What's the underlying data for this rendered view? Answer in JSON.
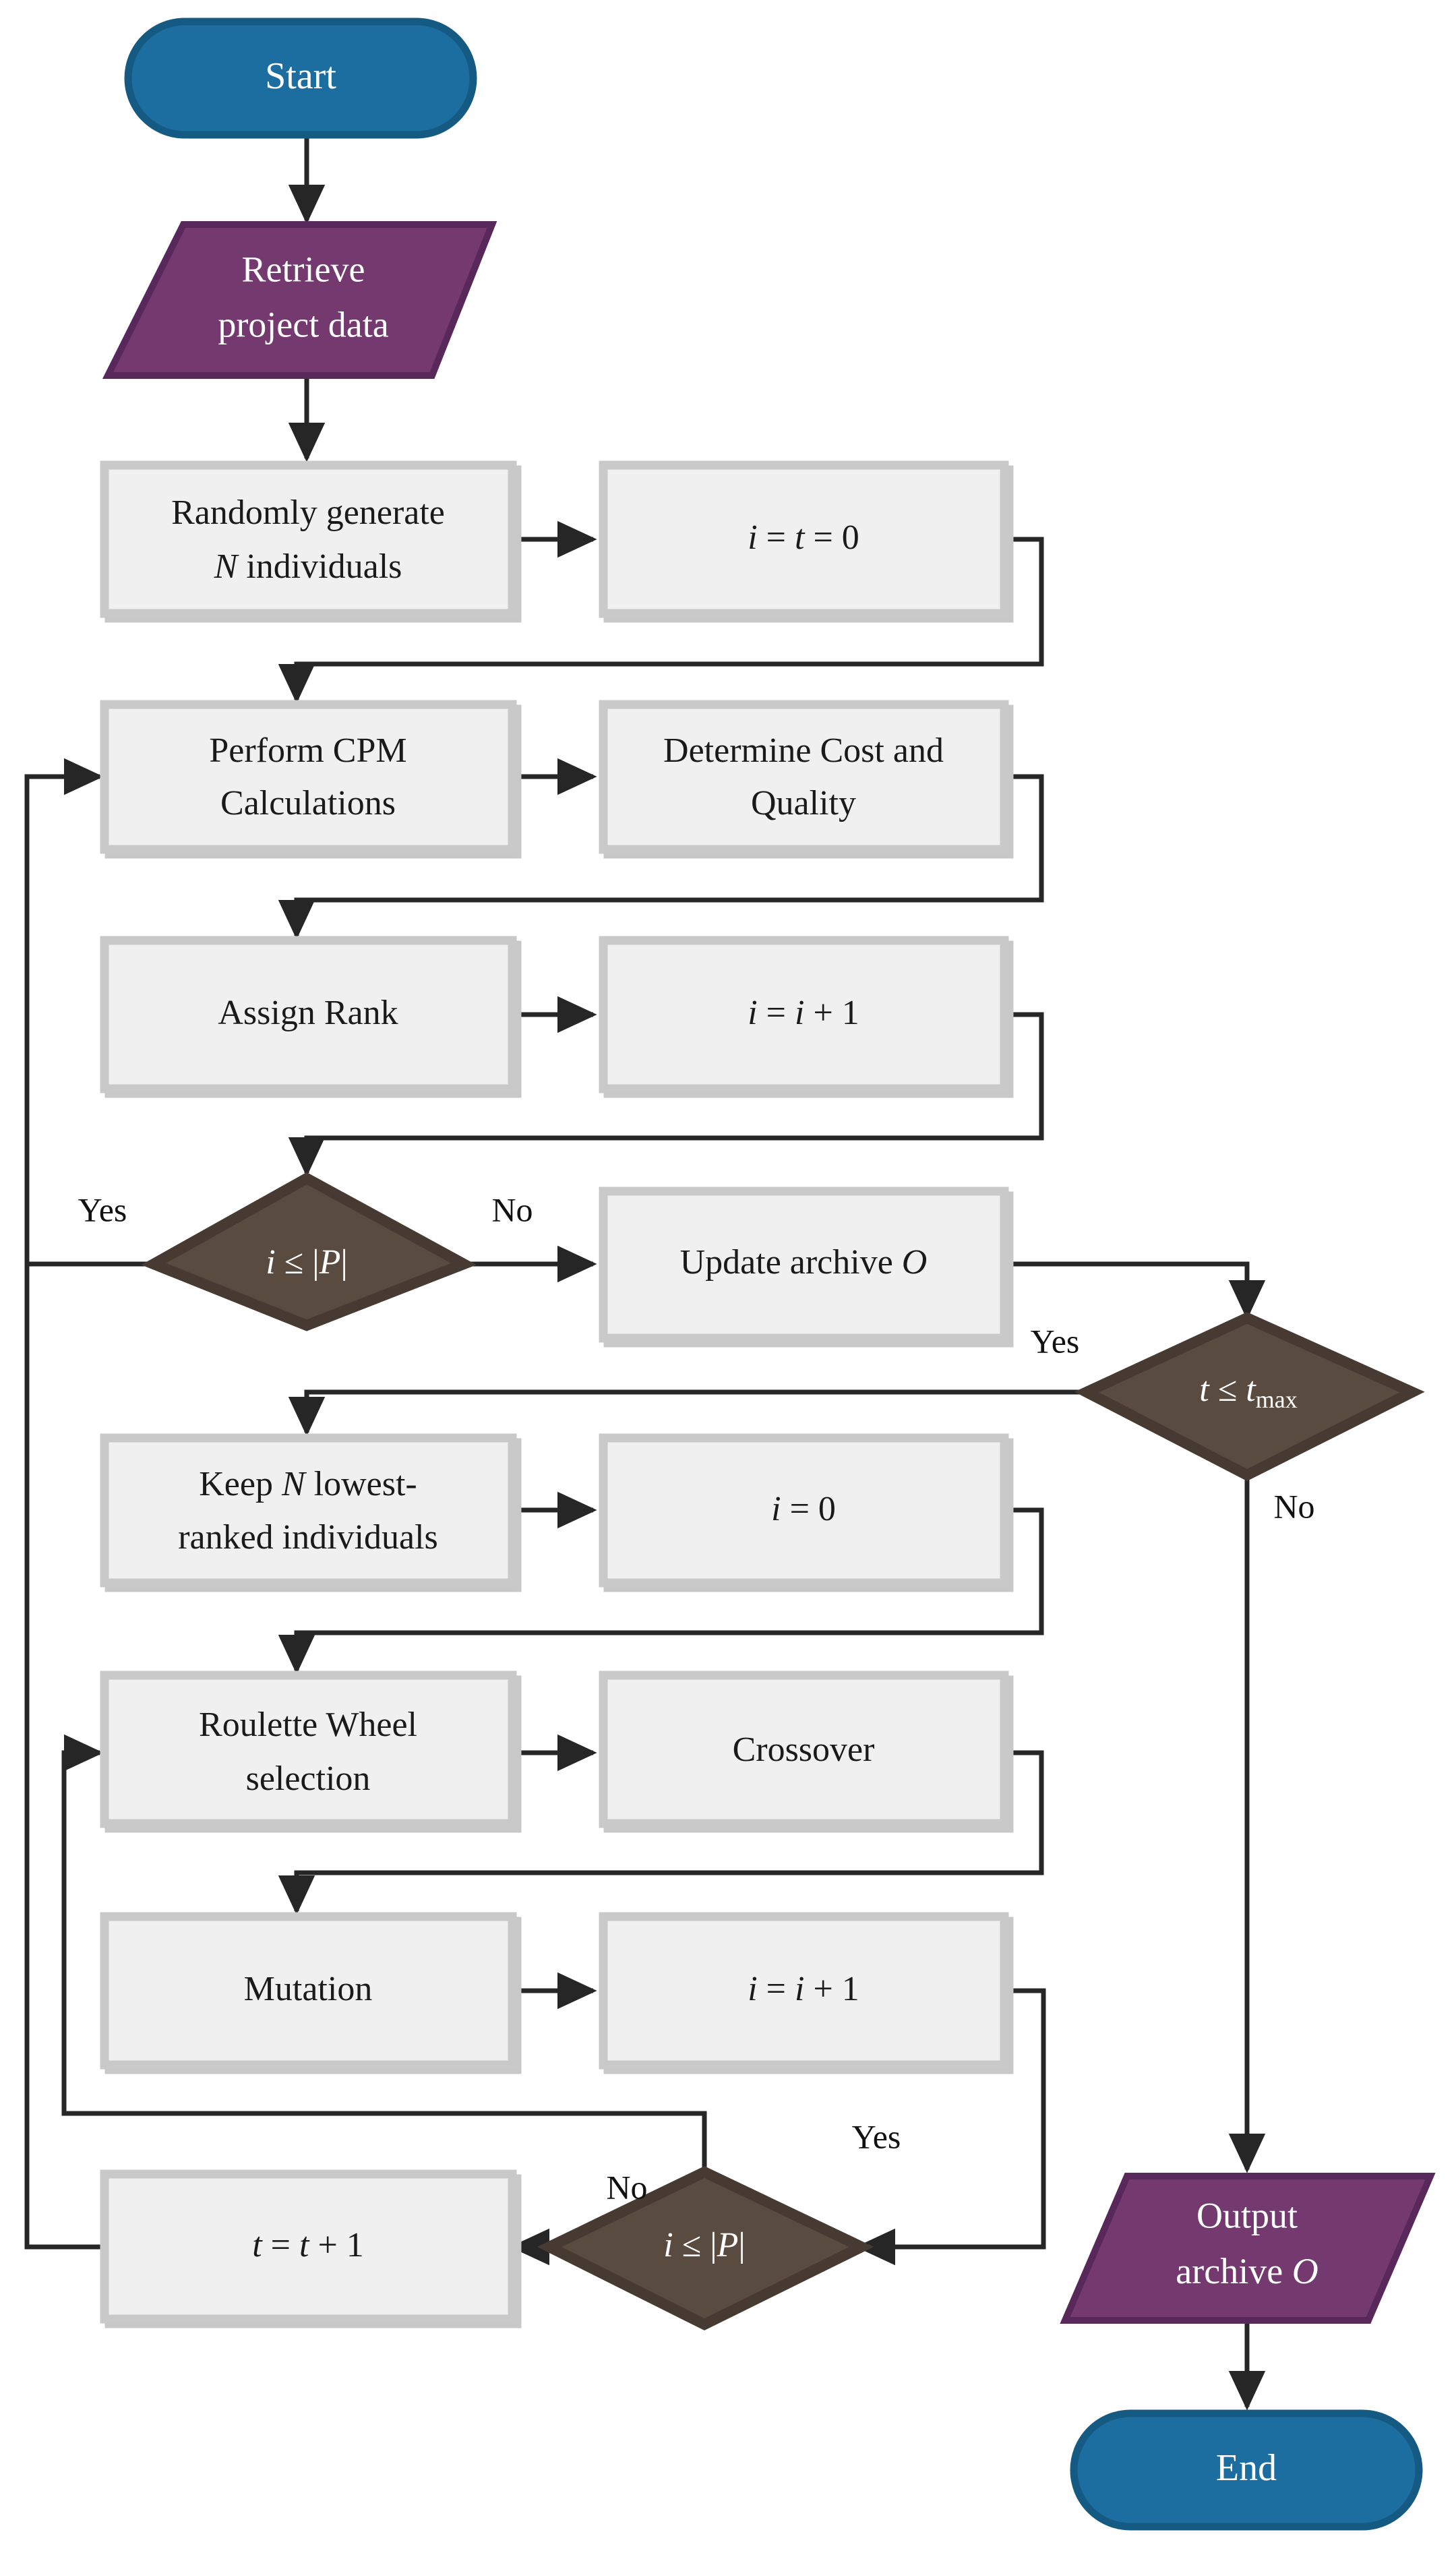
{
  "diagram": {
    "title": "Multi-objective genetic algorithm flowchart",
    "type": "flowchart",
    "colors": {
      "terminator_fill": "#1d6ea0",
      "terminator_stroke": "#145a82",
      "io_fill": "#743a70",
      "io_stroke": "#58285a",
      "process_fill": "#eff0ef",
      "process_stroke": "#c9c9c9",
      "decision_fill": "#5a4b41",
      "decision_stroke": "#463a32",
      "connector": "#262626",
      "text_dark": "#1a1a1a",
      "text_light": "#ffffff",
      "background": "#ffffff"
    }
  },
  "nodes": {
    "start": {
      "label": "Start",
      "shape": "terminator"
    },
    "retrieve": {
      "line1": "Retrieve",
      "line2": "project data",
      "shape": "parallelogram"
    },
    "generate": {
      "line1": "Randomly generate",
      "line2_italic": "N",
      "line2_rest": " individuals",
      "shape": "process"
    },
    "init_it": {
      "expr_i": "i",
      "expr_eq1": " = ",
      "expr_t": "t",
      "expr_eq2": " = 0",
      "shape": "process"
    },
    "cpm": {
      "line1": "Perform CPM",
      "line2": "Calculations",
      "shape": "process"
    },
    "cost_quality": {
      "line1": "Determine Cost and",
      "line2": "Quality",
      "shape": "process"
    },
    "assign_rank": {
      "label": "Assign Rank",
      "shape": "process"
    },
    "inc_i_1": {
      "expr_i": "i",
      "expr_mid": " = ",
      "expr_i2": "i",
      "expr_end": " + 1",
      "shape": "process"
    },
    "dec_i_p_1": {
      "var": "i",
      "op": " ≤ ",
      "bar_open": "|",
      "set": "P",
      "bar_close": "|",
      "shape": "decision"
    },
    "update_archive": {
      "text": "Update archive ",
      "var": "O",
      "shape": "process"
    },
    "dec_t_tmax": {
      "var": "t",
      "op": " ≤ ",
      "var2": "t",
      "sub": "max",
      "shape": "decision"
    },
    "keep_n": {
      "line1a": "Keep ",
      "line1_italic": "N",
      "line1b": " lowest-",
      "line2": "ranked individuals",
      "shape": "process"
    },
    "reset_i": {
      "expr_i": "i",
      "expr_rest": " = 0",
      "shape": "process"
    },
    "roulette": {
      "line1": "Roulette Wheel",
      "line2": "selection",
      "shape": "process"
    },
    "crossover": {
      "label": "Crossover",
      "shape": "process"
    },
    "mutation": {
      "label": "Mutation",
      "shape": "process"
    },
    "inc_i_2": {
      "expr_i": "i",
      "expr_mid": " = ",
      "expr_i2": "i",
      "expr_end": " + 1",
      "shape": "process"
    },
    "dec_i_p_2": {
      "var": "i",
      "op": " ≤ ",
      "bar_open": "|",
      "set": "P",
      "bar_close": "|",
      "shape": "decision"
    },
    "inc_t": {
      "expr_t": "t",
      "expr_mid": " = ",
      "expr_t2": "t",
      "expr_end": " + 1",
      "shape": "process"
    },
    "output_archive": {
      "line1": "Output",
      "line2a": "archive ",
      "line2_var": "O",
      "shape": "parallelogram"
    },
    "end": {
      "label": "End",
      "shape": "terminator"
    }
  },
  "edge_labels": {
    "yes_left_1": "Yes",
    "no_right_1": "No",
    "yes_tmax": "Yes",
    "no_tmax": "No",
    "yes_bottom": "Yes",
    "no_bottom": "No"
  },
  "flow": [
    {
      "from": "start",
      "to": "retrieve"
    },
    {
      "from": "retrieve",
      "to": "generate"
    },
    {
      "from": "generate",
      "to": "init_it"
    },
    {
      "from": "init_it",
      "to": "cpm"
    },
    {
      "from": "cpm",
      "to": "cost_quality"
    },
    {
      "from": "cost_quality",
      "to": "assign_rank"
    },
    {
      "from": "assign_rank",
      "to": "inc_i_1"
    },
    {
      "from": "inc_i_1",
      "to": "dec_i_p_1"
    },
    {
      "from": "dec_i_p_1",
      "to": "cpm",
      "label": "Yes"
    },
    {
      "from": "dec_i_p_1",
      "to": "update_archive",
      "label": "No"
    },
    {
      "from": "update_archive",
      "to": "dec_t_tmax"
    },
    {
      "from": "dec_t_tmax",
      "to": "keep_n",
      "label": "Yes"
    },
    {
      "from": "dec_t_tmax",
      "to": "output_archive",
      "label": "No"
    },
    {
      "from": "keep_n",
      "to": "reset_i"
    },
    {
      "from": "reset_i",
      "to": "roulette"
    },
    {
      "from": "roulette",
      "to": "crossover"
    },
    {
      "from": "crossover",
      "to": "mutation"
    },
    {
      "from": "mutation",
      "to": "inc_i_2"
    },
    {
      "from": "inc_i_2",
      "to": "dec_i_p_2"
    },
    {
      "from": "dec_i_p_2",
      "to": "roulette",
      "label": "Yes"
    },
    {
      "from": "dec_i_p_2",
      "to": "inc_t",
      "label": "No"
    },
    {
      "from": "inc_t",
      "to": "cpm"
    },
    {
      "from": "output_archive",
      "to": "end"
    }
  ]
}
